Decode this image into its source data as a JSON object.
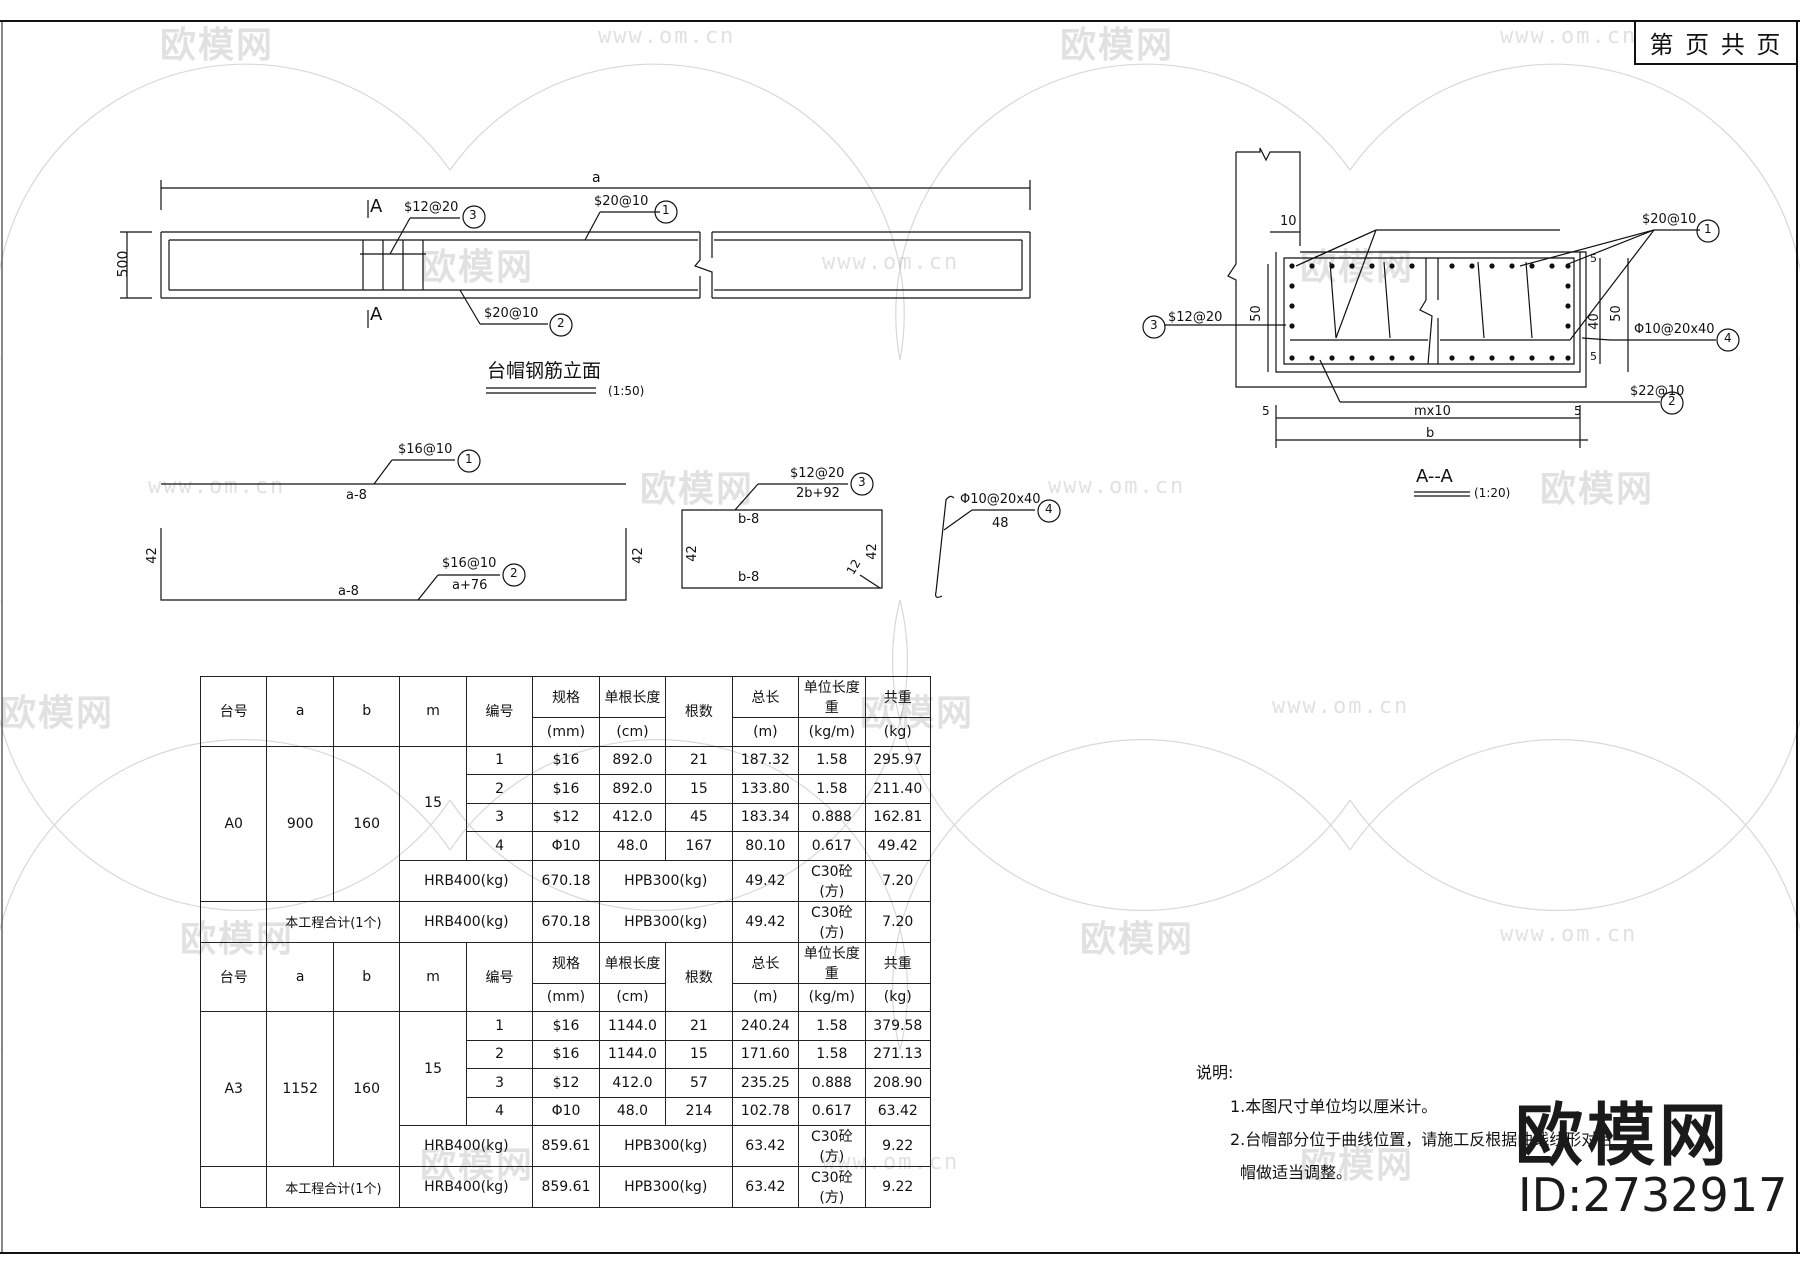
{
  "page_box": {
    "text": "第 页 共 页"
  },
  "elevation": {
    "dim_top": "a",
    "dim_left": "500",
    "section_mark_top": "A",
    "section_mark_bottom": "A",
    "label_3": "$12@20",
    "label_1": "$20@10",
    "label_2": "$20@10",
    "title": "台帽钢筋立面",
    "scale": "(1:50)",
    "tag_1": "1",
    "tag_2": "2",
    "tag_3": "3"
  },
  "bars": {
    "bar1_label": "$16@10",
    "bar1_len": "a-8",
    "bar1_tag": "1",
    "bar2_label": "$16@10",
    "bar2_len": "a+76",
    "bar2_bottom": "a-8",
    "bar2_tag": "2",
    "bar2_left": "42",
    "bar2_right": "42",
    "bar3_label": "$12@20",
    "bar3_len": "2b+92",
    "bar3_top": "b-8",
    "bar3_bottom": "b-8",
    "bar3_left": "42",
    "bar3_right": "42",
    "bar3_hook": "12",
    "bar3_tag": "3",
    "bar4_label": "Φ10@20x40",
    "bar4_len": "48",
    "bar4_tag": "4"
  },
  "section": {
    "dim_10": "10",
    "dim_50_left": "50",
    "dim_40": "40",
    "dim_50_right": "50",
    "dim_5_top": "5",
    "dim_5_bot": "5",
    "dim_5_left": "5",
    "dim_5_right": "5",
    "dim_mx10": "mx10",
    "dim_b": "b",
    "label_1": "$20@10",
    "label_2": "$22@10",
    "label_3": "$12@20",
    "label_4": "Φ10@20x40",
    "title": "A--A",
    "scale": "(1:20)",
    "tag_1": "1",
    "tag_2": "2",
    "tag_3": "3",
    "tag_4": "4"
  },
  "table": {
    "header_row1": [
      "台号",
      "a",
      "b",
      "m",
      "编号",
      "规格",
      "单根长度",
      "根数",
      "总长",
      "单位长度重",
      "共重"
    ],
    "header_row2": [
      "(mm)",
      "(cm)",
      "(m)",
      "(kg/m)",
      "(kg)"
    ],
    "groups": [
      {
        "id": "A0",
        "a": "900",
        "b": "160",
        "m": "15",
        "rows": [
          [
            "1",
            "$16",
            "892.0",
            "21",
            "187.32",
            "1.58",
            "295.97"
          ],
          [
            "2",
            "$16",
            "892.0",
            "15",
            "133.80",
            "1.58",
            "211.40"
          ],
          [
            "3",
            "$12",
            "412.0",
            "45",
            "183.34",
            "0.888",
            "162.81"
          ],
          [
            "4",
            "Φ10",
            "48.0",
            "167",
            "80.10",
            "0.617",
            "49.42"
          ]
        ],
        "sum": [
          "HRB400(kg)",
          "670.18",
          "HPB300(kg)",
          "49.42",
          "C30砼(方)",
          "7.20"
        ],
        "total_label": "本工程合计(1个)",
        "total": [
          "HRB400(kg)",
          "670.18",
          "HPB300(kg)",
          "49.42",
          "C30砼(方)",
          "7.20"
        ]
      },
      {
        "id": "A3",
        "a": "1152",
        "b": "160",
        "m": "15",
        "rows": [
          [
            "1",
            "$16",
            "1144.0",
            "21",
            "240.24",
            "1.58",
            "379.58"
          ],
          [
            "2",
            "$16",
            "1144.0",
            "15",
            "171.60",
            "1.58",
            "271.13"
          ],
          [
            "3",
            "$12",
            "412.0",
            "57",
            "235.25",
            "0.888",
            "208.90"
          ],
          [
            "4",
            "Φ10",
            "48.0",
            "214",
            "102.78",
            "0.617",
            "63.42"
          ]
        ],
        "sum": [
          "HRB400(kg)",
          "859.61",
          "HPB300(kg)",
          "63.42",
          "C30砼(方)",
          "9.22"
        ],
        "total_label": "本工程合计(1个)",
        "total": [
          "HRB400(kg)",
          "859.61",
          "HPB300(kg)",
          "63.42",
          "C30砼(方)",
          "9.22"
        ]
      }
    ]
  },
  "notes": {
    "heading": "说明:",
    "line1": "1.本图尺寸单位均以厘米计。",
    "line2": "2.台帽部分位于曲线位置，请施工反根据曲线线形对台",
    "line3": "帽做适当调整。"
  },
  "watermark": {
    "brand": "欧模网",
    "url": "www.om.cn",
    "id": "ID:2732917"
  },
  "colors": {
    "line": "#111111",
    "watermark": "#888888"
  }
}
